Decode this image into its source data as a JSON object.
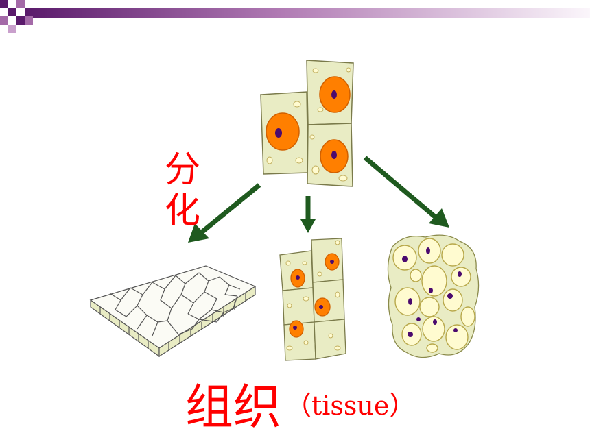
{
  "title_bar": {
    "colors": {
      "dark": "#5a1a6b",
      "mid": "#a46aa8",
      "light": "#f3eaf4"
    }
  },
  "labels": {
    "differentiation_line1": "分",
    "differentiation_line2": "化",
    "caption_chinese": "组织",
    "caption_english": "（tissue）"
  },
  "colors": {
    "text_red": "#ff0000",
    "arrow_green": "#1f5a1f",
    "cell_fill": "#e9ecc4",
    "cell_outline": "#7a7a4a",
    "nucleus_orange": "#ff7f00",
    "nucleolus_purple": "#4b0a6e",
    "vacuole_yellow": "#fffbd0"
  },
  "icons": {
    "top_cells": "plant-cell-group-icon",
    "left_tissue": "epidermal-tissue-icon",
    "middle_tissue": "meristem-tissue-icon",
    "right_tissue": "parenchyma-tissue-icon",
    "arrows": "arrow-down-icon"
  }
}
